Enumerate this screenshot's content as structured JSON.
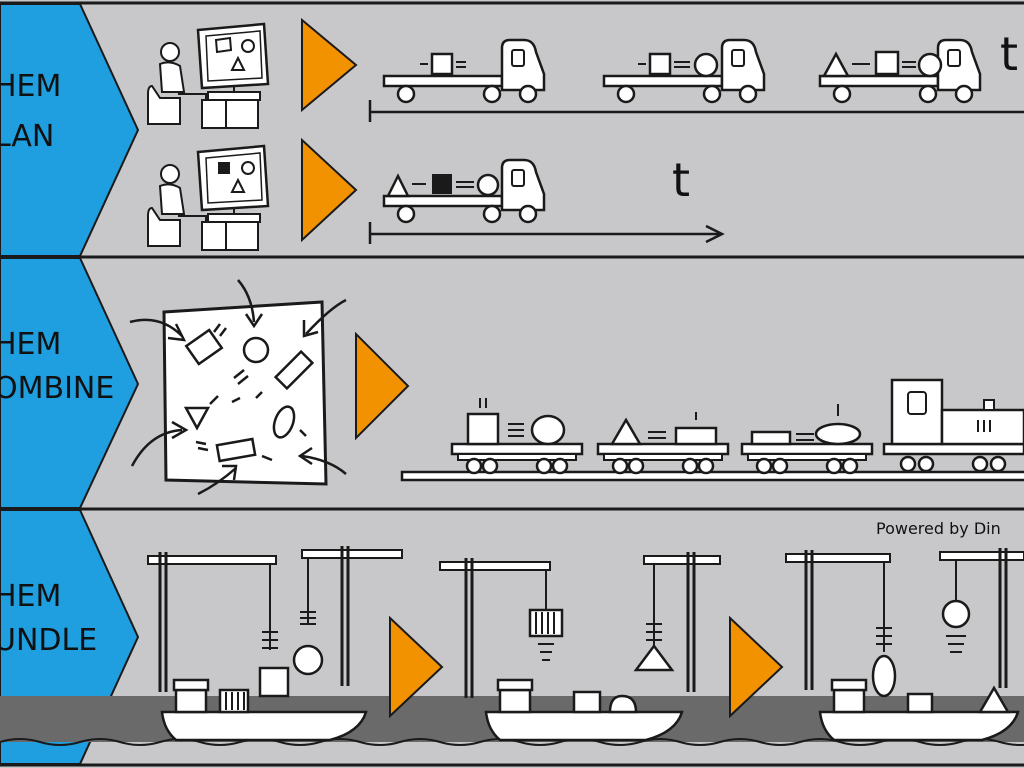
{
  "colors": {
    "background": "#c8c8ca",
    "chevron": "#1f9ee0",
    "arrow": "#f39200",
    "outline": "#1a1a1a",
    "sea": "#6a6a6a",
    "paper": "#ffffff"
  },
  "rows": [
    {
      "label_line1": "HEM",
      "label_line2": "LAN"
    },
    {
      "label_line1": "HEM",
      "label_line2": "OMBINE"
    },
    {
      "label_line1": "HEM",
      "label_line2": "UNDLE"
    }
  ],
  "plan": {
    "time_label_top": "t",
    "time_label_bottom": "t"
  },
  "credit": "Powered by Din"
}
